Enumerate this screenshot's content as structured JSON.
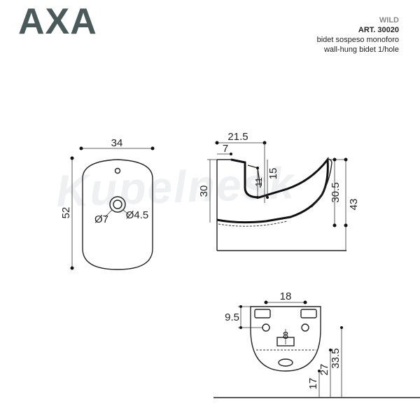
{
  "brand": {
    "logo": "AXA"
  },
  "product": {
    "series": "WILD",
    "article": "ART. 30020",
    "description_it": "bidet sospeso monoforo",
    "description_en": "wall-hung bidet 1/hole"
  },
  "watermark": "Kupelnesk",
  "dimensions": {
    "top_view": {
      "width": "34",
      "height": "52",
      "tap_hole": "Ø7",
      "drain_hole": "Ø4.5"
    },
    "side_view": {
      "depth": "21.5",
      "offset": "7",
      "height_left": "30",
      "dim_11": "11",
      "dim_15": "15",
      "height_bowl": "30.5",
      "total_height": "43"
    },
    "back_view": {
      "fixing_width": "18",
      "fixing_height": "9.5",
      "dim_8": "8",
      "h17": "17",
      "h27": "27",
      "h33": "33.5"
    }
  }
}
